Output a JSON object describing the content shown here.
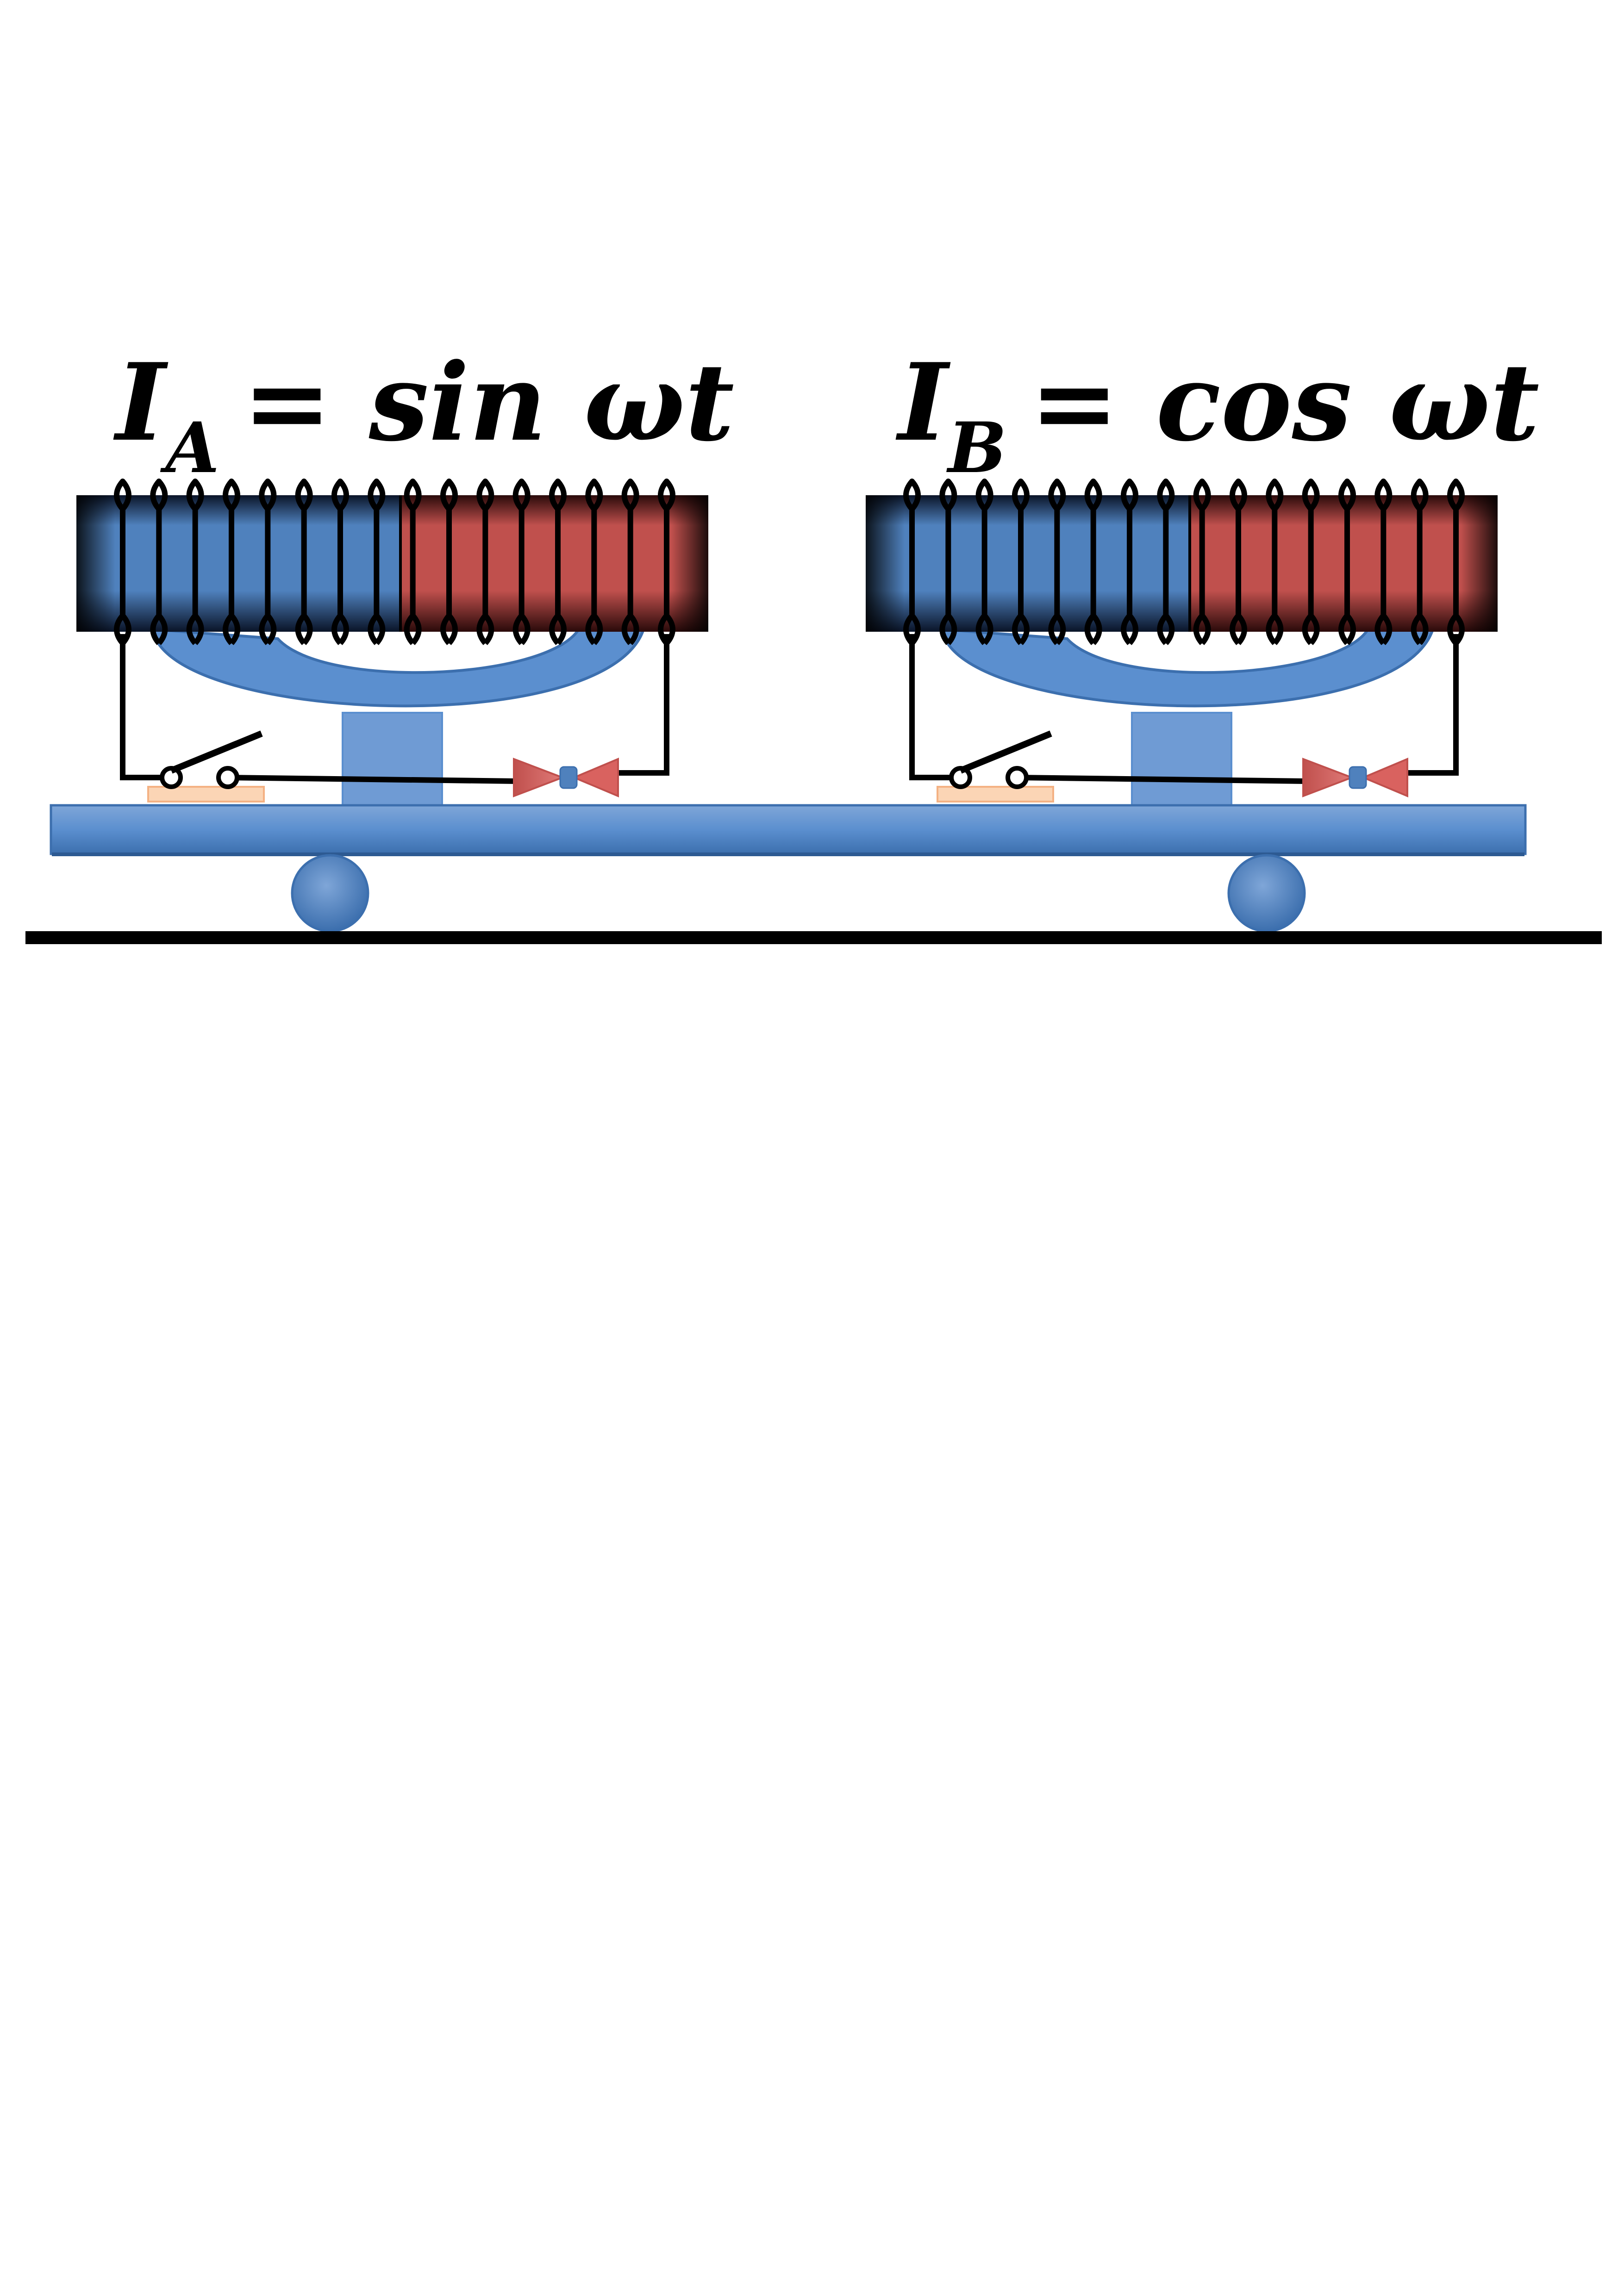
{
  "figure": {
    "equations": [
      {
        "symbol": "I",
        "subscript": "A",
        "rhs": "= sin ωt"
      },
      {
        "symbol": "I",
        "subscript": "B",
        "rhs": "= cos ωt"
      }
    ],
    "colors": {
      "north_blue": "#4f81bd",
      "south_red": "#c0504d",
      "coil_dark": "#000000",
      "cart_blue": "#5b8fcf",
      "ground": "#000000",
      "pad": "#fbd5b5"
    },
    "units": [
      {
        "name": "electromagnet-a",
        "turns": 16
      },
      {
        "name": "electromagnet-b",
        "turns": 16
      }
    ]
  }
}
